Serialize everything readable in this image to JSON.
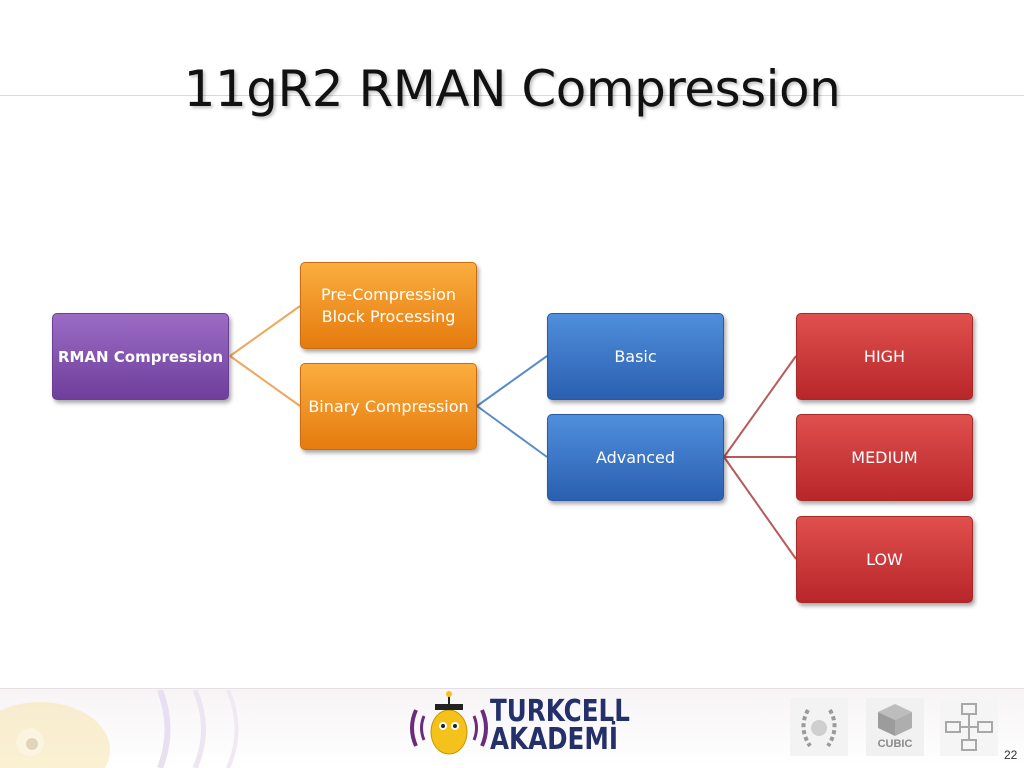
{
  "slide": {
    "title": "11gR2 RMAN Compression",
    "page_number": "22"
  },
  "diagram": {
    "root": "RMAN Compression",
    "level1": [
      "Pre-Compression\nBlock Processing",
      "Binary Compression"
    ],
    "level2": [
      "Basic",
      "Advanced"
    ],
    "level3": [
      "HIGH",
      "MEDIUM",
      "LOW"
    ]
  },
  "footer": {
    "brand_line1": "TURKCELL",
    "brand_line2": "AKADEMİ",
    "logo_cubic": "CUBIC"
  },
  "colors": {
    "root": "#7b4ba8",
    "level1": "#f08a1c",
    "level2": "#3a76c8",
    "level3": "#c8383a",
    "connector_orange": "#f0a75a",
    "connector_blue": "#5b8cc8",
    "connector_red": "#b85a5a"
  }
}
